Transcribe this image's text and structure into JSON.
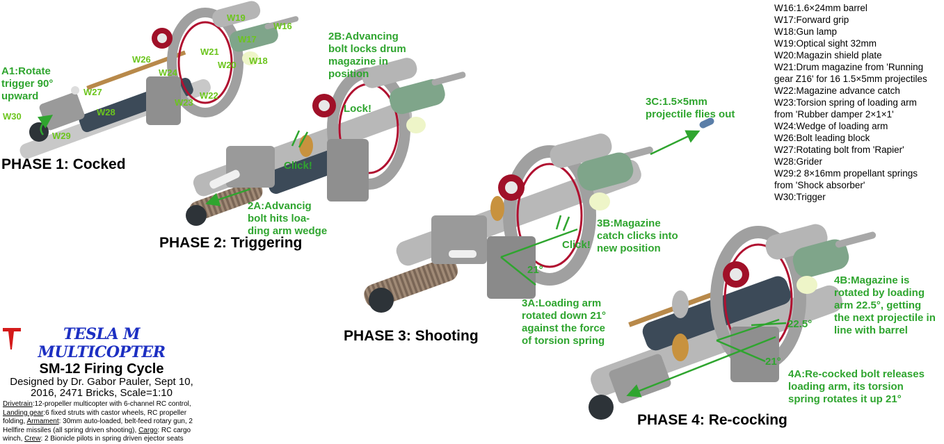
{
  "phases": {
    "p1": "PHASE 1: Cocked",
    "p2": "PHASE 2: Triggering",
    "p3": "PHASE 3: Shooting",
    "p4": "PHASE 4: Re-cocking"
  },
  "notes": {
    "a1": "A1:Rotate\ntrigger 90°\nupward",
    "b2": "2B:Advancing\nbolt locks drum\nmagazine in\nposition",
    "a2": "2A:Advancig\nbolt hits loa-\nding arm wedge",
    "c3": "3C:1.5×5mm\nprojectile flies out",
    "b3": "3B:Magazine\ncatch clicks into\nnew position",
    "a3": "3A:Loading arm\nrotated down 21°\nagainst the force\nof torsion spring",
    "b4": "4B:Magazine is\nrotated by loading\narm 22.5°, getting\nthe next projectile in\nline with barrel",
    "a4": "4A:Re-cocked bolt releases\nloading arm, its torsion\nspring rotates it up 21°",
    "lock": "Lock!",
    "click1": "Click!",
    "click2": "Click!",
    "deg21a": "21°",
    "deg21b": "21°",
    "deg225": "22.5°"
  },
  "part_labels": {
    "w16": "W16",
    "w17": "W17",
    "w18": "W18",
    "w19": "W19",
    "w20": "W20",
    "w21": "W21",
    "w22": "W22",
    "w23": "W23",
    "w24": "W24",
    "w26": "W26",
    "w27": "W27",
    "w28": "W28",
    "w29": "W29",
    "w30": "W30"
  },
  "legend": [
    "W16:1.6×24mm barrel",
    "W17:Forward grip",
    "W18:Gun lamp",
    "W19:Optical sight 32mm",
    "W20:Magazin shield plate",
    "W21:Drum magazine from 'Running",
    "gear Z16' for 16 1.5×5mm projectiles",
    "W22:Magazine advance catch",
    "W23:Torsion spring of loading arm",
    "from 'Rubber damper 2×1×1'",
    "W24:Wedge of loading arm",
    "W26:Bolt leading block",
    "W27:Rotating bolt from 'Rapier'",
    "W28:Grider",
    "W29:2 8×16mm propellant springs",
    "from 'Shock absorber'",
    "W30:Trigger"
  ],
  "title_block": {
    "logo": "TESLA M MULTICOPTER",
    "subtitle": "SM-12 Firing Cycle",
    "designer": "Designed by Dr. Gabor Pauler, Sept 10, 2016, 2471 Bricks, Scale=1:10",
    "drivetrain_label": "Drivetrain",
    "drivetrain": ":12-propeller multicopter with 6-channel RC control, ",
    "landing_label": "Landing gear",
    "landing": ":6 fixed struts with castor wheels, RC propeller folding, ",
    "armament_label": "Armament",
    "armament": ": 30mm auto-loaded, belt-feed rotary gun, 2 Hellfire missiles (all spring driven shooting), ",
    "cargo_label": "Cargo",
    "cargo": ": RC cargo winch, ",
    "crew_label": "Crew",
    "crew": ": 2 Bionicle pilots in spring driven ejector seats"
  },
  "colors": {
    "note_green": "#2fa52f",
    "part_label_green": "#6cc51e",
    "logo_blue": "#1c2fc2",
    "logo_red": "#d41a1a",
    "body_gray": "#9a9a9a",
    "barrel_dark": "#3c4a58",
    "grip_green": "#7fa58a",
    "drum_red": "#b01030",
    "spring_brown": "#8a6a50"
  }
}
